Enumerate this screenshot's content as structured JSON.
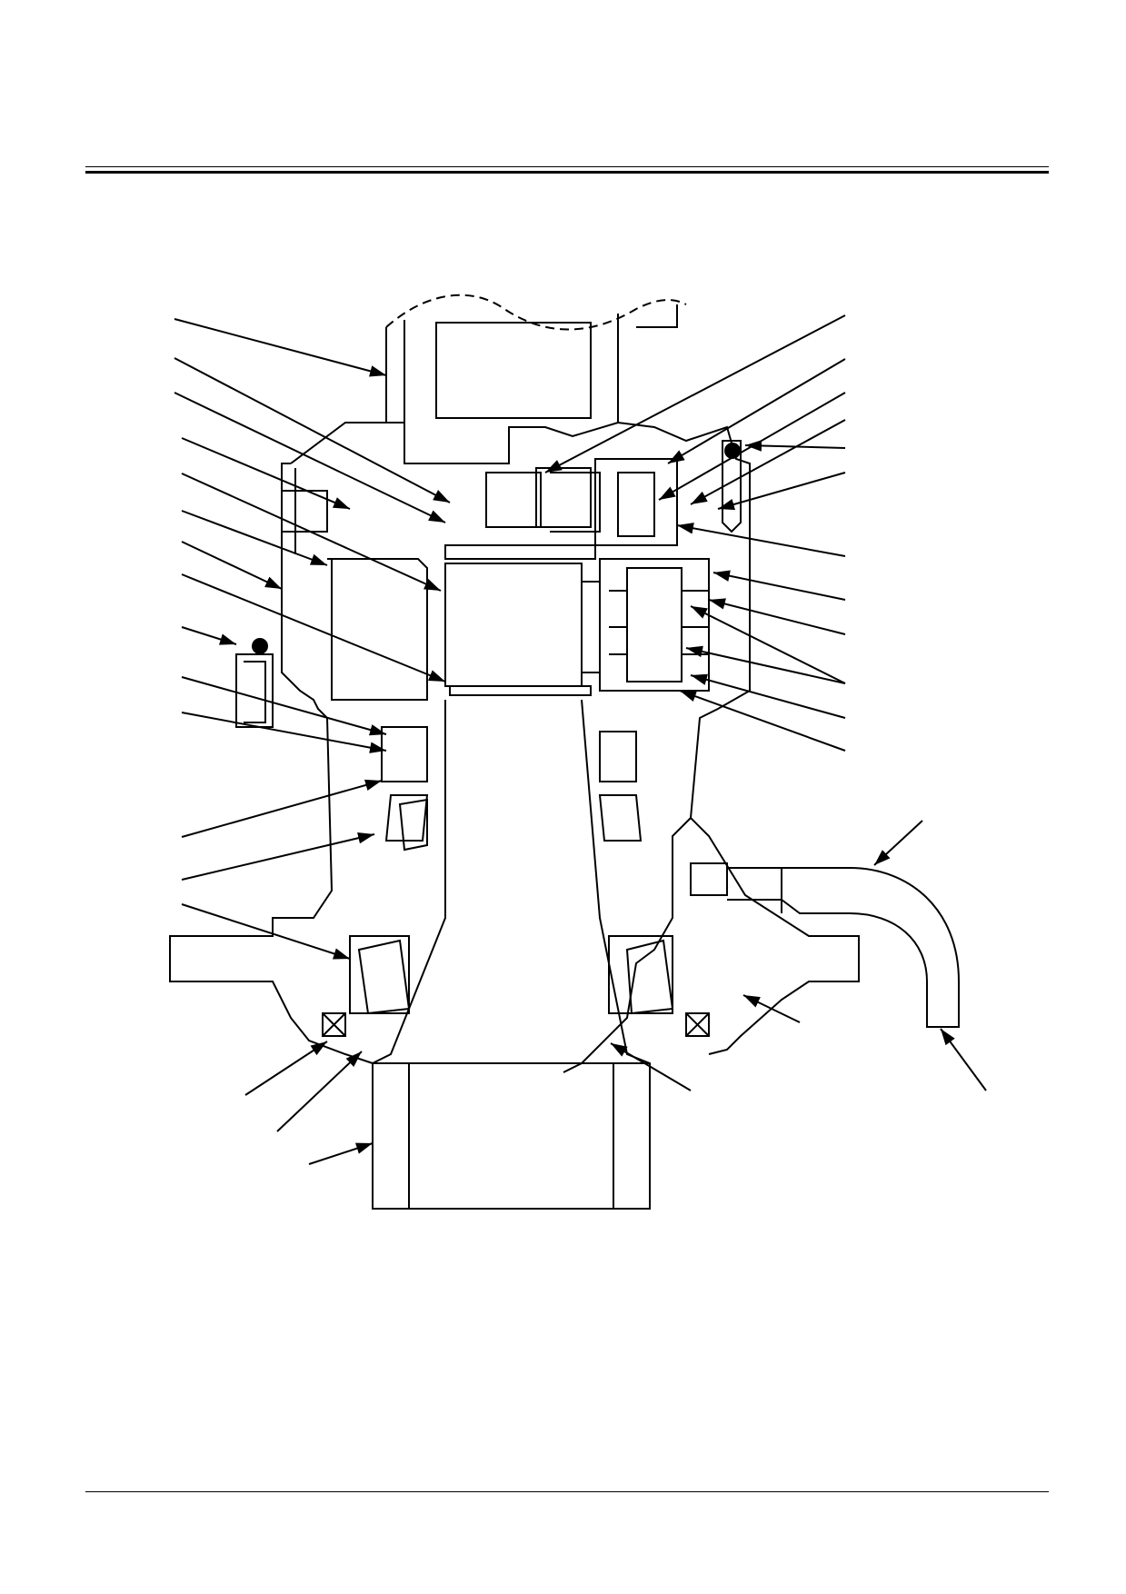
{
  "page": {
    "header_rules": 2,
    "footer_rules": 1
  },
  "diagram": {
    "kind": "cross-section engineering drawing",
    "leader_count": 33,
    "colors": {
      "ink": "#000000",
      "paper": "#ffffff"
    }
  }
}
